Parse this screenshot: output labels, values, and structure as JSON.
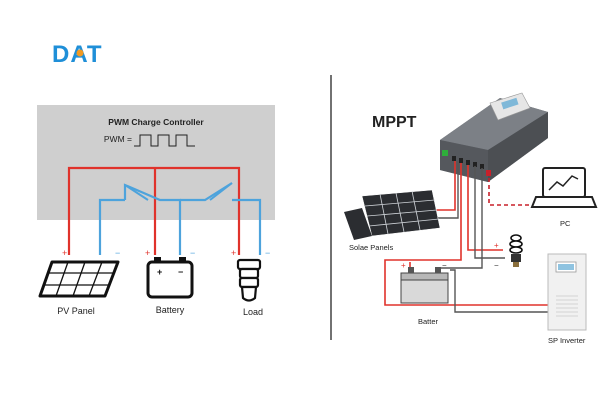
{
  "logo": {
    "text": "DAT",
    "color": "#1f8fd8",
    "accent": "#f29a22"
  },
  "pwm": {
    "title": "PWM Charge Controller",
    "formula": "PWM =",
    "box_color": "#cfcfcf",
    "labels": {
      "pv": "PV Panel",
      "battery": "Battery",
      "load": "Load"
    },
    "plus": "+",
    "minus": "−"
  },
  "mppt": {
    "title": "MPPT",
    "labels": {
      "panels": "Solae Panels",
      "battery": "Batter",
      "pc": "PC",
      "inverter": "SP Inverter"
    },
    "plus": "+",
    "minus": "−"
  },
  "colors": {
    "positive": "#e0322b",
    "negative": "#4da3dc",
    "device": "#5c5f63"
  }
}
